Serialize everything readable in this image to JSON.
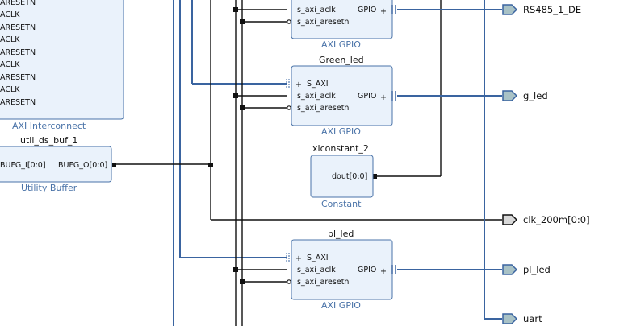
{
  "interconnect": {
    "title": "AXI Interconnect",
    "pins": [
      "ARESETN",
      "ACLK",
      "ARESETN",
      "ACLK",
      "ARESETN",
      "ACLK",
      "ARESETN",
      "ACLK",
      "ARESETN"
    ]
  },
  "buf": {
    "name": "util_ds_buf_1",
    "in_pin": "BUFG_I[0:0]",
    "out_pin": "BUFG_O[0:0]",
    "type": "Utility Buffer"
  },
  "gpio_top": {
    "pins": [
      "s_axi_aclk",
      "s_axi_aresetn"
    ],
    "gpio": "GPIO",
    "type": "AXI GPIO"
  },
  "green_led": {
    "name": "Green_led",
    "saxi": "S_AXI",
    "pins": [
      "s_axi_aclk",
      "s_axi_aresetn"
    ],
    "gpio": "GPIO",
    "type": "AXI GPIO"
  },
  "xlconst": {
    "name": "xlconstant_2",
    "pin": "dout[0:0]",
    "type": "Constant"
  },
  "pl_led": {
    "name": "pl_led",
    "saxi": "S_AXI",
    "pins": [
      "s_axi_aclk",
      "s_axi_aresetn"
    ],
    "gpio": "GPIO",
    "type": "AXI GPIO"
  },
  "ports": {
    "rs485": "RS485_1_DE",
    "g_led": "g_led",
    "clk": "clk_200m[0:0]",
    "pl_led": "pl_led",
    "uart": "uart"
  }
}
